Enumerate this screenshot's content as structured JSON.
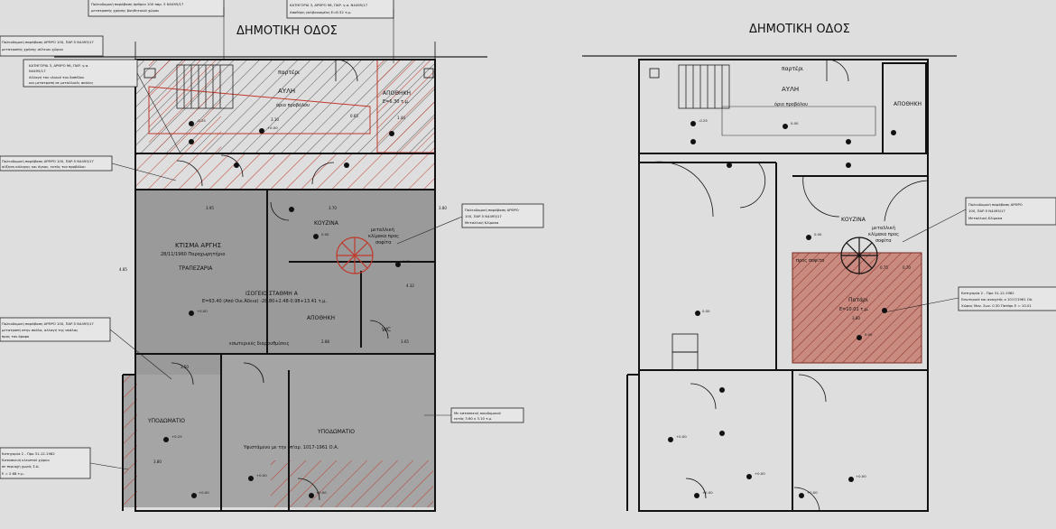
{
  "left_plan": {
    "street_title": "ΔΗΜΟΤΙΚΗ ΟΔΟΣ",
    "rooms": {
      "parteri": "παρτέρι",
      "avli": "ΑΥΛΗ",
      "orio": "όριο προβόλου",
      "apothiki_front": "ΑΠΟΘΗΚΗ",
      "apothiki_front_area": "Ε=6.30 τ.μ.",
      "ktisma_1": "ΚΤΙΣΜΑ ΑΡΓΗΣ",
      "ktisma_2": "28/11/1960 Παραχωρητήριο",
      "trapezaria": "ΤΡΑΠΕΖΑΡΙΑ",
      "kouzina": "ΚΟΥΖΙΝΑ",
      "isogeio": "ΙΣΟΓΕΙΟ ΣΤΑΘΜΗ Α",
      "isogeio_area": "Ε=63.40 (Από Οικ.Άδεια) -28.80+2.48-0.98+13.41 τ.μ.",
      "apothiki_mid": "ΑΠΟΘΗΚΗ",
      "wc": "WC",
      "esoterikes": "εσωτερικές διαρρυθμίσεις",
      "ypodomatio_left": "ΥΠΟΔΩΜΑΤΙΟ",
      "ypodomatio_right": "ΥΠΟΔΩΜΑΤΙΟ",
      "yfistameno": "Υφιστάμενο με την υπ'αρ. 1017-1961 Ο.Α.",
      "metalliki_1": "μεταλλική",
      "metalliki_2": "κλίμακα προς",
      "metalliki_3": "σοφίτα"
    },
    "callouts": {
      "top_1": "Πολεοδομική παράβαση άρθρου 100 παρ. 5 Ν4495/17",
      "top_2": "μετατροπής χρήσης βοηθητικού χώρου",
      "top_mid_1": "ΚΑΤΗΓΟΡΙΑ 3, ΑΡΘΡΟ 96, ΠΑΡ. γ.α. Ν4495/17",
      "top_mid_2": "Αποθήκη γαλβανισμένη Ε=6.32 τ.μ.",
      "left_a_1": "Πολεοδομική παράβαση ΑΡΘΡΟ 100, ΠΑΡ.5 Ν4495/17",
      "left_a_2": "μετατροπής χρήσης αύλειου χώρου",
      "left_b_1": "ΚΑΤΗΓΟΡΙΑ 3, ΑΡΘΡΟ 96, ΠΑΡ. γ.α.",
      "left_b_2": "Ν4495/17",
      "left_b_3": "Αλλαγή του υλικού του δαπέδου",
      "left_b_4": "και μετατροπή σε μεταλλικές σκάλες",
      "left_c_1": "Πολεοδομική παράβαση ΑΡΘΡΟ 100, ΠΑΡ.5 Ν4495/17",
      "left_c_2": "αύξηση κάλυψης και όγκου, εκτός του προβόλου",
      "left_d_1": "Πολεοδομική παράβαση ΑΡΘΡΟ 100, ΠΑΡ.5 Ν4495/17",
      "left_d_2": "μετατροπή στην σκάλα, αλλαγή της σκάλας",
      "left_d_3": "προς τον όροφο",
      "left_e_1": "Κατηγορία 2 - Προ 31-12-1982",
      "left_e_2": "Κατασκευή κλειστού χώρου",
      "left_e_3": "σε περιοχή χωρίς Σ.Δ.",
      "left_e_4": "Ε = 2.68 τ.μ.",
      "right_1": "Πολεοδομική παράβαση ΑΡΘΡΟ",
      "right_2": "100, ΠΑΡ.5 Ν4495/17",
      "right_3": "Μεταλλική Κλίμακα",
      "mid_right_1": "Με κατασκευή οικοδομικού",
      "mid_right_2": "εκτός 3.60 x 3.10 τ.μ."
    },
    "dims": {
      "d1": "3.95",
      "d2": "3.70",
      "d3": "3.80",
      "d4": "4.85",
      "d5": "2.88",
      "d6": "3.65",
      "d7": "3.10",
      "d8": "0.65",
      "d9": "3.80",
      "d10": "1.44",
      "d11": "3.50",
      "d12": "4.32"
    },
    "levels": {
      "l1": "-0.25",
      "l2": "+0.00",
      "l3": "0.00",
      "l4": "+0.25",
      "l5": "+0.00",
      "l6": "0.00",
      "l7": "+0.00",
      "l8": "+0.00",
      "l9": "+0.00"
    }
  },
  "right_plan": {
    "street_title": "ΔΗΜΟΤΙΚΗ ΟΔΟΣ",
    "rooms": {
      "parteri": "παρτέρι",
      "avli": "ΑΥΛΗ",
      "orio": "όριο προβόλου",
      "apothiki_front": "ΑΠΟΘΗΚΗ",
      "kouzina": "ΚΟΥΖΙΝΑ",
      "metalliki_1": "μεταλλική",
      "metalliki_2": "κλίμακα προς",
      "metalliki_3": "σοφίτα",
      "pros_sofita": "προς σοφίτα",
      "patari": "Πατάρι",
      "patari_area": "Ε=10.01 τ.μ."
    },
    "callouts": {
      "right_1": "Πολεοδομική παράβαση ΑΡΘΡΟ",
      "right_2": "100, ΠΑΡ.5 Ν4495/17",
      "right_3": "Μεταλλική Κλίμακα",
      "edge_1": "Κατηγορία 2 - Προ 31-12-1982",
      "edge_2": "Εσωτερικό και ανοιχτός ο 1017/1961 ΟΑ",
      "edge_3": "Χώρος Μον. Σων. 0.30   Πατάρι Ε = 10.01"
    },
    "dims": {
      "d1": "0.75",
      "d2": "3.80",
      "d3": "0.70"
    },
    "levels": {
      "l1": "-0.25",
      "l2": "0.00",
      "l3": "0.00",
      "l4": "0.00",
      "l5": "0.00",
      "l6": "+0.00",
      "l7": "+0.00",
      "l8": "+0.00",
      "l9": "+0.00",
      "l10": "+0.00"
    }
  },
  "colors": {
    "hatch_red": "#c0392b",
    "patari_fill": "#c98a80",
    "shaded_block": "#9a9a9a",
    "background": "#dedede"
  }
}
